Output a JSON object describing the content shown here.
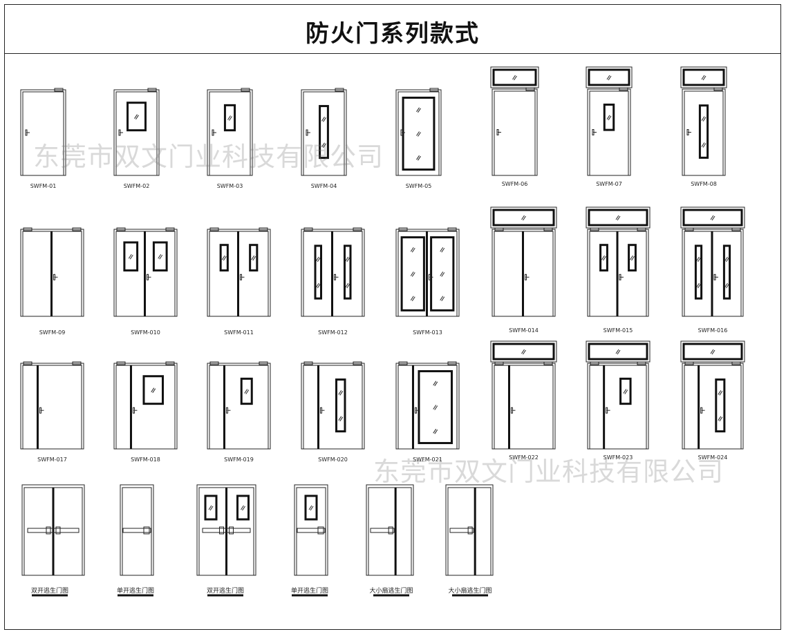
{
  "title": "防火门系列款式",
  "watermark": "东莞市双文门业科技有限公司",
  "doors": [
    {
      "id": "SWFM-01"
    },
    {
      "id": "SWFM-02"
    },
    {
      "id": "SWFM-03"
    },
    {
      "id": "SWFM-04"
    },
    {
      "id": "SWFM-05"
    },
    {
      "id": "SWFM-06"
    },
    {
      "id": "SWFM-07"
    },
    {
      "id": "SWFM-08"
    },
    {
      "id": "SWFM-09"
    },
    {
      "id": "SWFM-010"
    },
    {
      "id": "SWFM-011"
    },
    {
      "id": "SWFM-012"
    },
    {
      "id": "SWFM-013"
    },
    {
      "id": "SWFM-014"
    },
    {
      "id": "SWFM-015"
    },
    {
      "id": "SWFM-016"
    },
    {
      "id": "SWFM-017"
    },
    {
      "id": "SWFM-018"
    },
    {
      "id": "SWFM-019"
    },
    {
      "id": "SWFM-020"
    },
    {
      "id": "SWFM-021"
    },
    {
      "id": "SWFM-022"
    },
    {
      "id": "SWFM-023"
    },
    {
      "id": "SWFM-024"
    }
  ],
  "exit_doors": [
    {
      "label": "双开逃生门图"
    },
    {
      "label": "单开逃生门图"
    },
    {
      "label": "双开逃生门图"
    },
    {
      "label": "单开逃生门图"
    },
    {
      "label": "大小扇逃生门图"
    },
    {
      "label": "大小扇逃生门图"
    }
  ]
}
